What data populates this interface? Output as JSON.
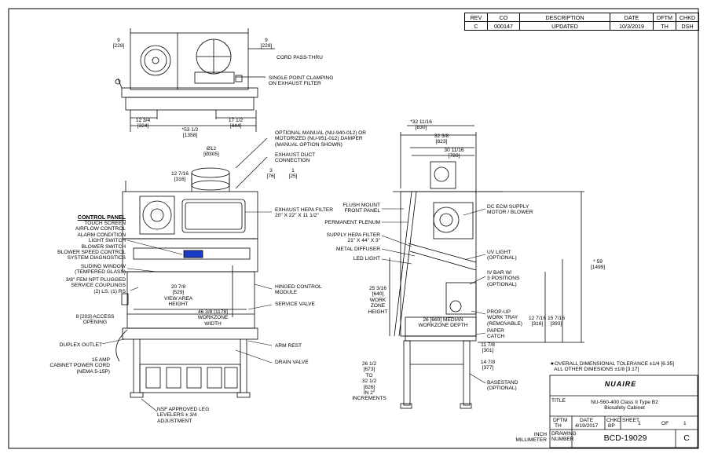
{
  "revision_table": {
    "headers": [
      "REV",
      "CO",
      "DESCRIPTION",
      "DATE",
      "DFTM",
      "CHKD"
    ],
    "rows": [
      [
        "C",
        "000147",
        "UPDATED",
        "10/3/2019",
        "TH",
        "DSH"
      ]
    ]
  },
  "top_view": {
    "dims": [
      "9\n[228]",
      "9\n[228]",
      "12 3/4\n[324]",
      "17 1/2\n[444]",
      "*53 1/2\n[1358]"
    ],
    "callouts": [
      "CORD PASS-THRU",
      "SINGLE POINT CLAMPING\nON EXHAUST FILTER"
    ]
  },
  "front_view": {
    "dims": [
      "Ø12\n[Ø305]",
      "12 7/16\n[316]",
      "3\n[76]",
      "1\n[25]",
      "20 7/8\n[529]\nVIEW AREA\nHEIGHT",
      "46 3/8 [1178]\nWORKZONE\nWIDTH",
      "8 [203] ACCESS\nOPENING"
    ],
    "control_panel_title": "CONTROL PANEL",
    "control_panel_items": "TOUCH SCREEN\nAIRFLOW CONTROL\nALARM CONDITION\nLIGHT SWITCH\nBLOWER SWITCH\nBLOWER SPEED CONTROL\nSYSTEM DIAGNOSTICS",
    "left_callouts": [
      "SLIDING WINDOW\n(TEMPERED GLASS)",
      "3/8\" FEM NPT PLUGGED\nSERVICE COUPLINGS\n(2) LS, (1) RS",
      "DUPLEX OUTLET",
      "15 AMP\nCABINET POWER CORD\n(NEMA 5-15P)",
      "NSF APPROVED LEG\nLEVELERS ± 3/4\nADJUSTMENT"
    ],
    "right_callouts": [
      "OPTIONAL MANUAL (NU-940-012) OR\nMOTORIZED (NU-951-012) DAMPER\n(MANUAL OPTION SHOWN)",
      "EXHAUST DUCT\nCONNECTION",
      "EXHAUST HEPA FILTER\n20\" X 22\" X 11 1/2\"",
      "HINGED CONTROL\nMODULE",
      "SERVICE VALVE",
      "ARM REST",
      "DRAIN VALVE"
    ]
  },
  "side_view": {
    "dims": [
      "*32 11/16\n[830]",
      "32 3/8\n[823]",
      "30 11/16\n[780]",
      "* 59\n[1499]",
      "25 3/16\n[640]\nWORK\nZONE\nHEIGHT",
      "26 [660] MEDIAN\nWORKZONE DEPTH",
      "12 7/16\n[316]",
      "15 7/16\n[393]",
      "11 7/8\n[301]",
      "14 7/8\n[377]",
      "26 1/2\n[673]\nTO\n32 1/2\n[826]\nIN 2\"\nINCREMENTS"
    ],
    "left_callouts": [
      "FLUSH MOUNT\nFRONT PANEL",
      "PERMANENT PLENUM",
      "SUPPLY HEPA FILTER\n21\" X 44\" X 3\"",
      "METAL DIFFUSER",
      "LED LIGHT"
    ],
    "right_callouts": [
      "DC ECM SUPPLY\nMOTOR / BLOWER",
      "UV LIGHT\n(OPTIONAL)",
      "IV BAR W/\n3 POSITIONS\n(OPTIONAL)",
      "PROP-UP\nWORK TRAY\n(REMOVABLE)",
      "PAPER\nCATCH",
      "BASESTAND\n(OPTIONAL)"
    ]
  },
  "notes": "★OVERALL DIMENSIONAL TOLERANCE ±1/4 [6.35]\n   ALL OTHER DIMESIONS ±1/8 [3.17]",
  "title_block": {
    "logo": "NUAIRE",
    "title_label": "TITLE",
    "title": "NU-560-400 Class II Type B2\nBiosafety Cabinet",
    "dftm_label": "DFTM",
    "dftm": "TH",
    "date_label": "DATE",
    "date": "4/19/2017",
    "chkd_label": "CHKD",
    "chkd": "BP",
    "sheet_label": "SHEET",
    "sheet": "1",
    "of_label": "OF",
    "of": "1",
    "units": "INCH\nMILLIMETER",
    "drawing_label": "DRAWING\nNUMBER",
    "drawing_number": "BCD-19029",
    "rev": "C"
  },
  "colors": {
    "line": "#000000",
    "touchscreen": "#1a3cc8"
  }
}
